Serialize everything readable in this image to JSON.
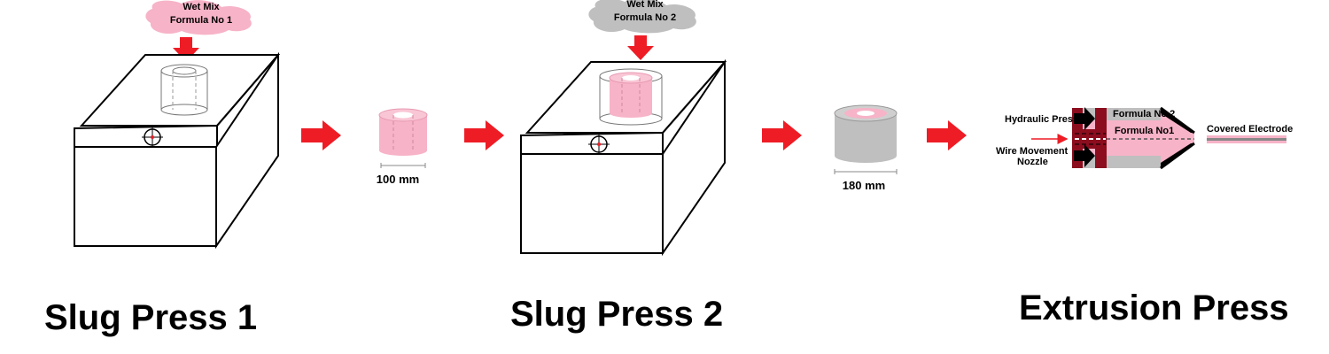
{
  "colors": {
    "arrow": "#ee1c25",
    "pink": "#f7b3c8",
    "gray": "#bfbfbf",
    "maroon": "#8b0d1e",
    "outline": "#000000"
  },
  "stage1": {
    "label": "Slug Press 1",
    "input_line1": "Wet Mix",
    "input_line2": "Formula No 1",
    "output_dimension": "100 mm"
  },
  "stage2": {
    "label": "Slug Press 2",
    "input_line1": "Wet Mix",
    "input_line2": "Formula No 2",
    "output_dimension": "180 mm"
  },
  "stage3": {
    "label": "Extrusion Press",
    "hydraulic_press": "Hydraulic Press",
    "wire_movement": "Wire Movement",
    "nozzle": "Nozzle",
    "formula2": "Formula No 2",
    "formula1": "Formula No1",
    "output": "Covered Electrode"
  }
}
